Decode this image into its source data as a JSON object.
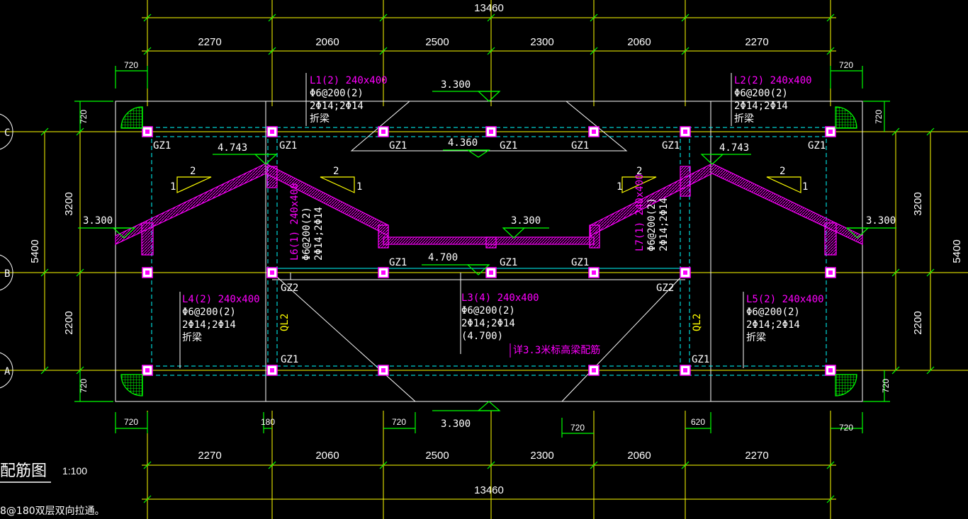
{
  "top": {
    "overall": "13460",
    "spans": [
      "2270",
      "2060",
      "2500",
      "2300",
      "2060",
      "2270"
    ],
    "offset_left": "720",
    "offset_right": "720"
  },
  "bottom": {
    "overall": "13460",
    "spans": [
      "2270",
      "2060",
      "2500",
      "2300",
      "2060",
      "2270"
    ],
    "offsets": [
      "720",
      "180",
      "720",
      "720",
      "620",
      "720"
    ]
  },
  "sides": {
    "left_spans": [
      "720",
      "3200",
      "2200",
      "720"
    ],
    "left_total": "5400",
    "right_spans": [
      "720",
      "3200",
      "2200",
      "720"
    ],
    "right_total": "5400"
  },
  "axes": [
    "C",
    "B",
    "A"
  ],
  "elevations": {
    "ridge_left": "4.743",
    "ridge_right": "4.743",
    "top_center": "3.300",
    "mid_center": "4.360",
    "eave_left": "3.300",
    "eave_right": "3.300",
    "valley": "3.300",
    "beam_mid": "4.700",
    "bottom_center": "3.300"
  },
  "slopes": {
    "rise": "1",
    "run": "2"
  },
  "columns": {
    "gz1": "GZ1",
    "gz2": "GZ2",
    "ql2": "QL2"
  },
  "beams": {
    "l1": {
      "name": "L1(2) 240x400",
      "stirrup": "Φ6@200(2)",
      "bars": "2Φ14;2Φ14",
      "note": "折梁"
    },
    "l2": {
      "name": "L2(2) 240x400",
      "stirrup": "Φ6@200(2)",
      "bars": "2Φ14;2Φ14",
      "note": "折梁"
    },
    "l3": {
      "name": "L3(4) 240x400",
      "stirrup": "Φ6@200(2)",
      "bars": "2Φ14;2Φ14",
      "note": "(4.700)"
    },
    "l4": {
      "name": "L4(2) 240x400",
      "stirrup": "Φ6@200(2)",
      "bars": "2Φ14;2Φ14",
      "note": "折梁"
    },
    "l5": {
      "name": "L5(2) 240x400",
      "stirrup": "Φ6@200(2)",
      "bars": "2Φ14;2Φ14",
      "note": "折梁"
    },
    "l6": {
      "name": "L6(1) 240x400",
      "stirrup": "Φ6@200(2)",
      "bars": "2Φ14;2Φ14"
    },
    "l7": {
      "name": "L7(1) 240x400",
      "stirrup": "Φ6@200(2)",
      "bars": "2Φ14;2Φ14"
    }
  },
  "note_center": "详3.3米标高梁配筋",
  "title": {
    "text": "配筋图",
    "scale": "1:100"
  },
  "footnote": "8@180双层双向拉通。",
  "colors": {
    "grid": "#ffff00",
    "dim_tick": "#00ff00",
    "beam": "#ff00ff",
    "dashed": "#00ffff",
    "outline": "#ffffff"
  }
}
